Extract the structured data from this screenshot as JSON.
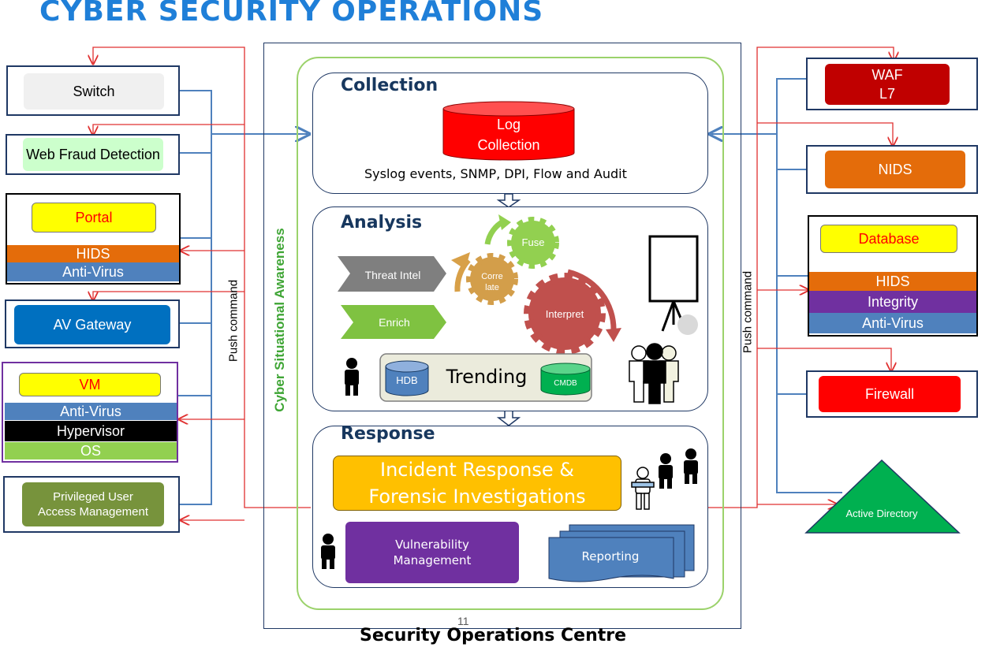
{
  "title": "CYBER SECURITY OPERATIONS",
  "footer": {
    "page_number": "11",
    "soc_label": "Security Operations Centre"
  },
  "side_labels": {
    "awareness": "Cyber Situational Awareness",
    "push_left": "Push command",
    "push_right": "Push command"
  },
  "left_devices": {
    "switch": "Switch",
    "web_fraud": "Web Fraud Detection",
    "portal": {
      "name": "Portal",
      "hids": "HIDS",
      "av": "Anti-Virus"
    },
    "av_gateway": "AV Gateway",
    "vm": {
      "name": "VM",
      "av": "Anti-Virus",
      "hypervisor": "Hypervisor",
      "os": "OS"
    },
    "puam": "Privileged User Access Management"
  },
  "right_devices": {
    "waf": "WAF L7",
    "nids": "NIDS",
    "database": {
      "name": "Database",
      "hids": "HIDS",
      "integrity": "Integrity",
      "av": "Anti-Virus"
    },
    "firewall": "Firewall",
    "active_directory": "Active Directory"
  },
  "collection": {
    "title": "Collection",
    "log": "Log Collection",
    "sources": "Syslog events, SNMP,  DPI, Flow and Audit"
  },
  "analysis": {
    "title": "Analysis",
    "threat": "Threat Intel",
    "enrich": "Enrich",
    "fuse": "Fuse",
    "correlate": "Corre late",
    "interpret": "Interpret",
    "trending": "Trending",
    "hdb": "HDB",
    "cmdb": "CMDB"
  },
  "response": {
    "title": "Response",
    "incident": "Incident Response & Forensic Investigations",
    "vuln": "Vulnerability Management",
    "reporting": "Reporting"
  },
  "colors": {
    "title": "#1f7fd8",
    "navy": "#1f3864",
    "blue_line": "#4f81bd",
    "red_line": "#e03030",
    "green_frame": "#9bd26b"
  }
}
